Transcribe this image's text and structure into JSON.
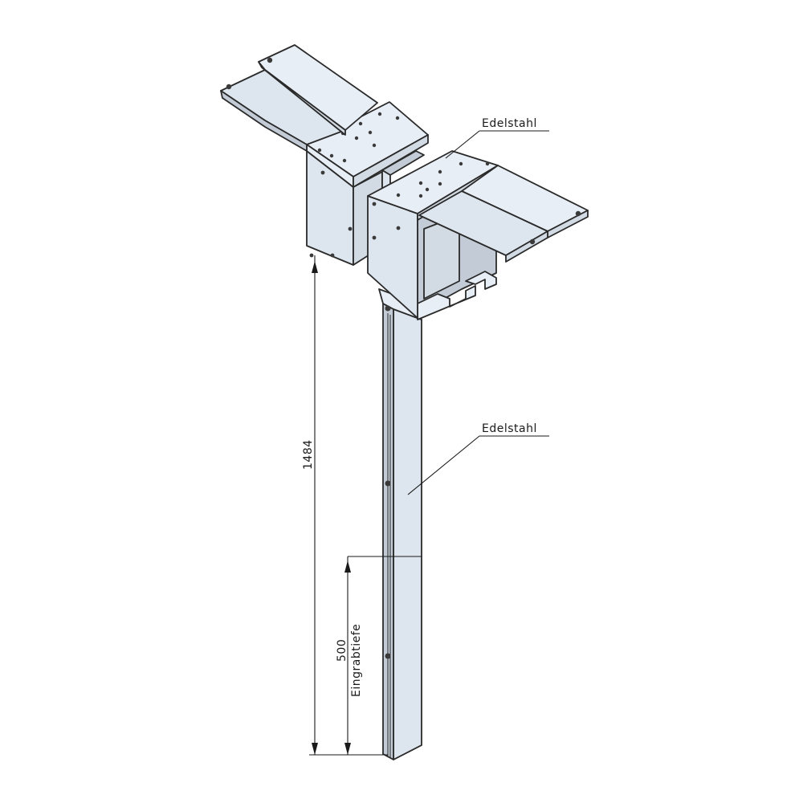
{
  "labels": {
    "material_top": "Edelstahl",
    "material_post": "Edelstahl",
    "dimension_total": "1484",
    "dimension_depth": "500",
    "dimension_depth_caption": "Eingrabtiefe"
  }
}
